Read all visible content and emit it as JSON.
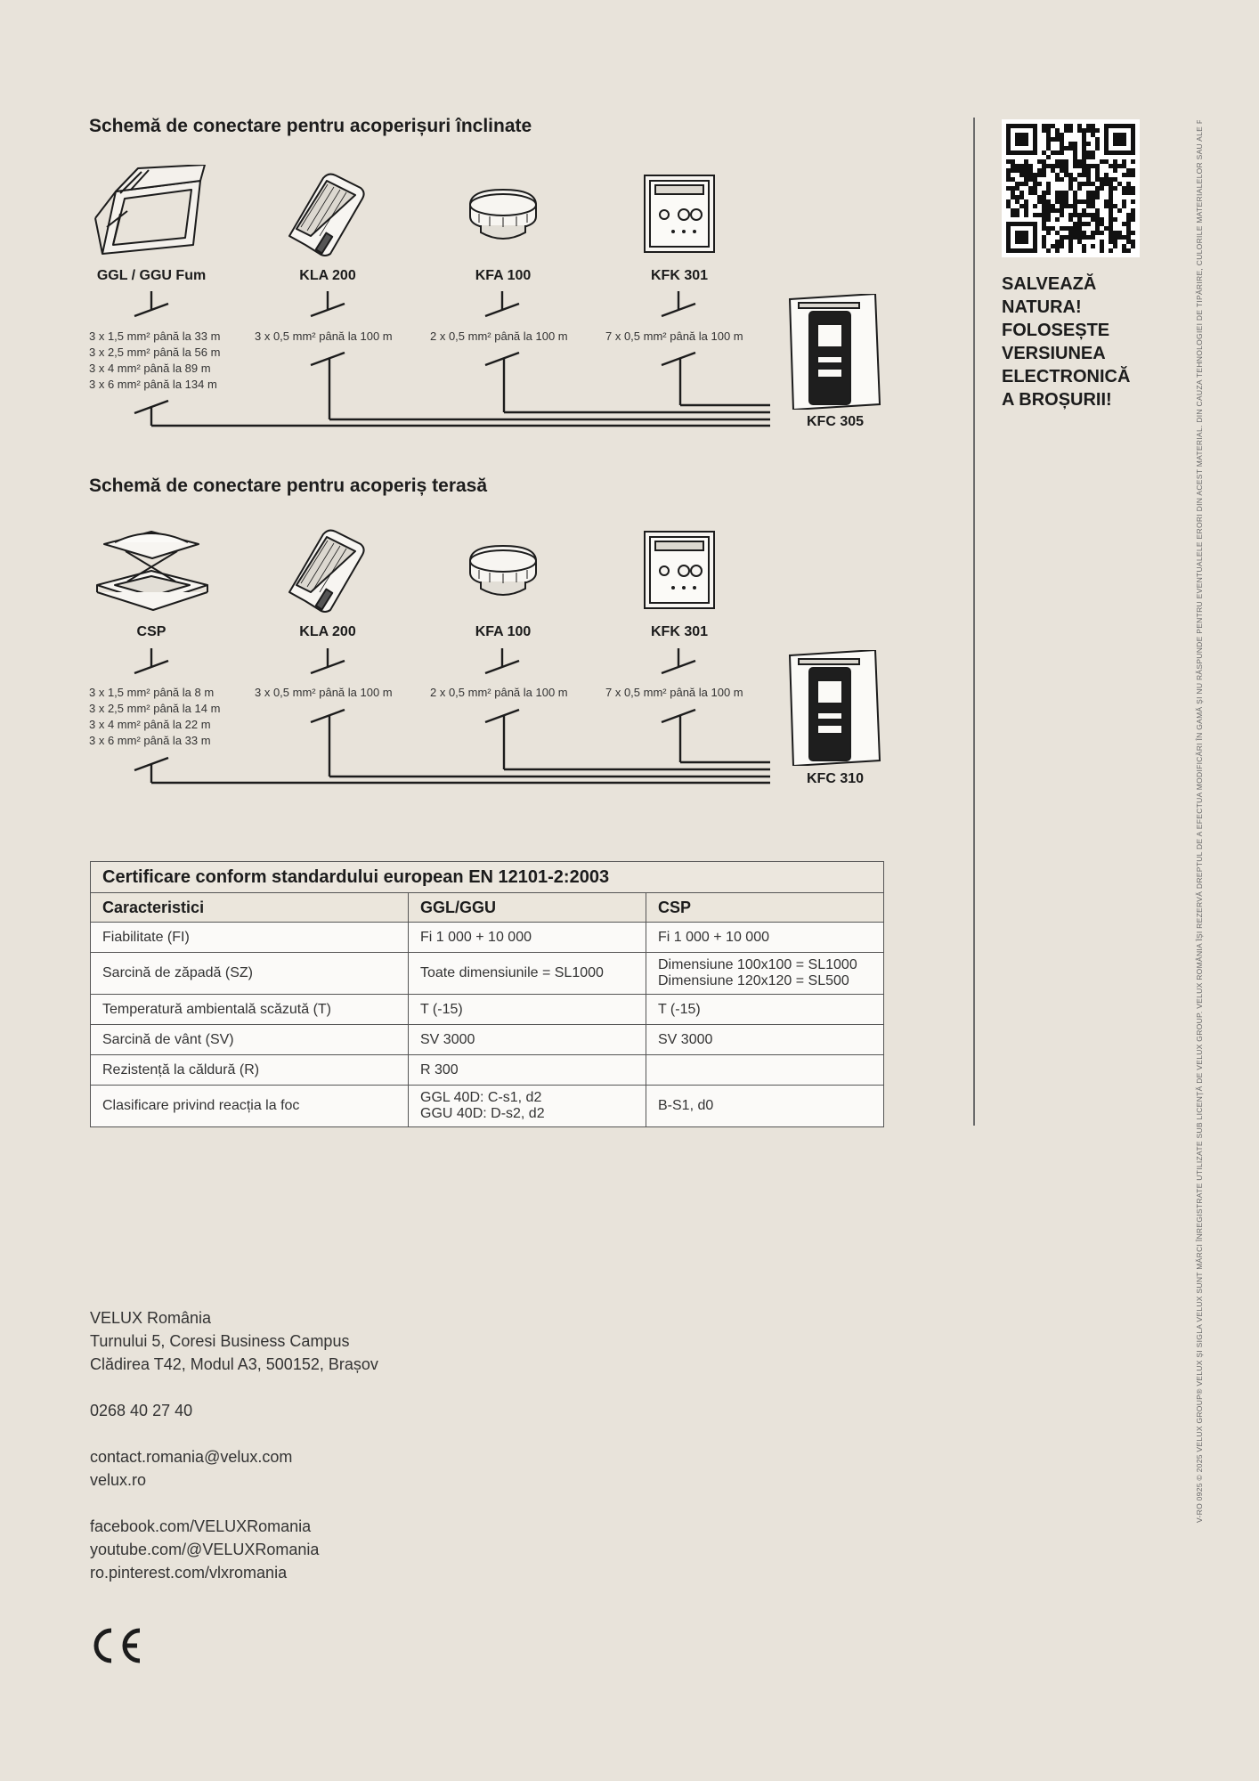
{
  "sloped": {
    "title": "Schemă de conectare pentru acoperișuri înclinate",
    "products": [
      {
        "name": "GGL / GGU Fum",
        "icon": "roof-window-icon"
      },
      {
        "name": "KLA 200",
        "icon": "keypad-icon"
      },
      {
        "name": "KFA 100",
        "icon": "smoke-detector-icon"
      },
      {
        "name": "KFK 301",
        "icon": "control-panel-icon"
      }
    ],
    "cables": [
      [
        "3 x 1,5 mm² până la 33 m",
        "3 x 2,5 mm² până la 56 m",
        "3 x 4 mm² până la 89 m",
        "3 x 6 mm² până la 134 m"
      ],
      [
        "3 x 0,5 mm² până la 100 m"
      ],
      [
        "2 x 0,5 mm² până la 100 m"
      ],
      [
        "7 x 0,5 mm² până la 100 m"
      ]
    ],
    "controller": "KFC 305"
  },
  "flat": {
    "title": "Schemă de conectare pentru acoperiș terasă",
    "products": [
      {
        "name": "CSP",
        "icon": "flat-roof-dome-icon"
      },
      {
        "name": "KLA 200",
        "icon": "keypad-icon"
      },
      {
        "name": "KFA 100",
        "icon": "smoke-detector-icon"
      },
      {
        "name": "KFK 301",
        "icon": "control-panel-icon"
      }
    ],
    "cables": [
      [
        "3 x 1,5 mm² până la 8 m",
        "3 x 2,5 mm² până la 14 m",
        "3 x 4 mm² până la 22 m",
        "3 x 6 mm² până la 33 m"
      ],
      [
        "3 x 0,5 mm² până la 100 m"
      ],
      [
        "2 x 0,5 mm² până la 100 m"
      ],
      [
        "7 x 0,5 mm² până la 100 m"
      ]
    ],
    "controller": "KFC 310"
  },
  "certification": {
    "caption": "Certificare conform standardului european EN 12101-2:2003",
    "headers": [
      "Caracteristici",
      "GGL/GGU",
      "CSP"
    ],
    "rows": [
      {
        "feature": "Fiabilitate (FI)",
        "ggl": [
          "Fi 1 000 + 10 000"
        ],
        "csp": [
          "Fi 1 000 + 10 000"
        ]
      },
      {
        "feature": "Sarcină de zăpadă (SZ)",
        "ggl": [
          "Toate dimensiunile = SL1000"
        ],
        "csp": [
          "Dimensiune 100x100 = SL1000",
          "Dimensiune 120x120 = SL500"
        ]
      },
      {
        "feature": "Temperatură ambientală scăzută (T)",
        "ggl": [
          "T (-15)"
        ],
        "csp": [
          "T (-15)"
        ]
      },
      {
        "feature": "Sarcină de vânt (SV)",
        "ggl": [
          "SV 3000"
        ],
        "csp": [
          "SV 3000"
        ]
      },
      {
        "feature": "Rezistență la căldură (R)",
        "ggl": [
          "R 300"
        ],
        "csp": [
          ""
        ]
      },
      {
        "feature": "Clasificare privind reacția la foc",
        "ggl": [
          "GGL 40D: C-s1, d2",
          "GGU 40D: D-s2, d2"
        ],
        "csp": [
          "B-S1, d0"
        ]
      }
    ]
  },
  "promo": {
    "lines": [
      "SALVEAZĂ",
      "NATURA!",
      "FOLOSEȘTE",
      "VERSIUNEA",
      "ELECTRONICĂ",
      "A BROȘURII!"
    ]
  },
  "legal": "V-RO 0925 © 2025 VELUX GROUP® VELUX ȘI SIGLA VELUX SUNT MĂRCI ÎNREGISTRATE UTILIZATE SUB LICENȚĂ DE VELUX GROUP. VELUX ROMÂNIA ÎȘI REZERVĂ DREPTUL DE A EFECTUA MODIFICĂRI ÎN GAMĂ ȘI NU RĂSPUNDE PENTRU EVENTUALELE ERORI DIN ACEST MATERIAL. DIN CAUZA TEHNOLOGIEI DE TIPĂRIRE, CULORILE MATERIALELOR SAU ALE PRODUSELOR POT VARIA.",
  "contact": {
    "address": [
      "VELUX România",
      "Turnului 5, Coresi Business Campus",
      "Clădirea T42, Modul A3, 500152, Brașov"
    ],
    "phone": "0268 40 27 40",
    "web": [
      "contact.romania@velux.com",
      "velux.ro"
    ],
    "social": [
      "facebook.com/VELUXRomania",
      "youtube.com/@VELUXRomania",
      "ro.pinterest.com/vlxromania"
    ]
  },
  "colors": {
    "background": "#e8e3da",
    "ink": "#1c1c1c",
    "table_border": "#555555"
  }
}
